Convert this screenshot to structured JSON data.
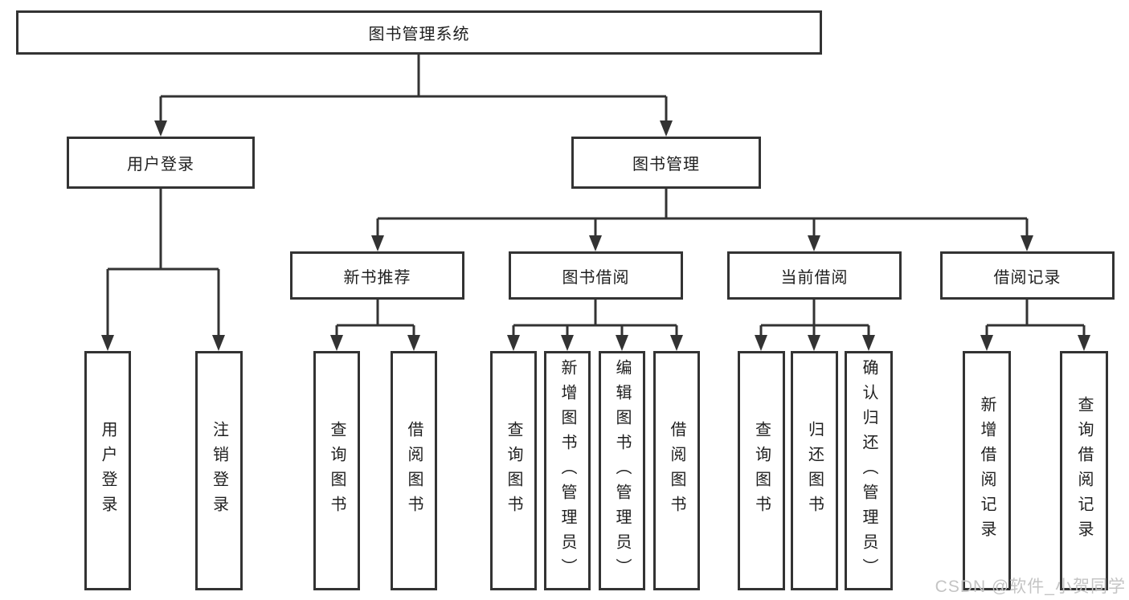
{
  "colors": {
    "line": "#333333",
    "box_border": "#333333",
    "text": "#1f1f1f",
    "watermark": "#c4c4c4",
    "background": "#ffffff"
  },
  "watermark": "CSDN @软件_小贺同学",
  "tree": {
    "label": "图书管理系统",
    "children": [
      {
        "label": "用户登录",
        "children": [
          {
            "label": "用户登录"
          },
          {
            "label": "注销登录"
          }
        ]
      },
      {
        "label": "图书管理",
        "children": [
          {
            "label": "新书推荐",
            "children": [
              {
                "label": "查询图书"
              },
              {
                "label": "借阅图书"
              }
            ]
          },
          {
            "label": "图书借阅",
            "children": [
              {
                "label": "查询图书"
              },
              {
                "label": "新增图书（管理员）"
              },
              {
                "label": "编辑图书（管理员）"
              },
              {
                "label": "借阅图书"
              }
            ]
          },
          {
            "label": "当前借阅",
            "children": [
              {
                "label": "查询图书"
              },
              {
                "label": "归还图书"
              },
              {
                "label": "确认归还（管理员）"
              }
            ]
          },
          {
            "label": "借阅记录",
            "children": [
              {
                "label": "新增借阅记录"
              },
              {
                "label": "查询借阅记录"
              }
            ]
          }
        ]
      }
    ]
  }
}
